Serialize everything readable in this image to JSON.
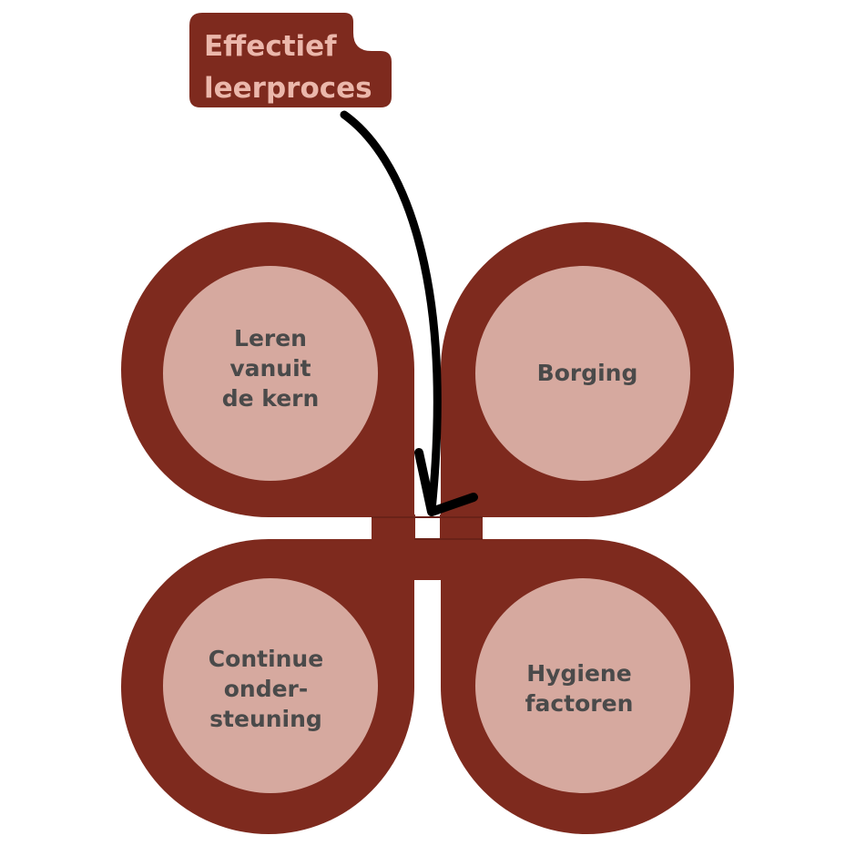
{
  "title": {
    "lines": [
      "Effectief",
      "leerproces"
    ]
  },
  "petals": {
    "top_left": {
      "lines": [
        "Leren",
        "vanuit",
        "de kern"
      ]
    },
    "top_right": {
      "lines": [
        "Borging"
      ]
    },
    "bottom_left": {
      "lines": [
        "Continue",
        "onder-",
        "steuning"
      ]
    },
    "bottom_right": {
      "lines": [
        "Hygiene",
        "factoren"
      ]
    }
  },
  "colors": {
    "petal_outer": "#7e2a1e",
    "petal_inner": "#d6a99f",
    "title_bg": "#7e2a1e",
    "title_text": "#ebb7ab",
    "label_text": "#4a4a4a",
    "arrow": "#000000"
  }
}
